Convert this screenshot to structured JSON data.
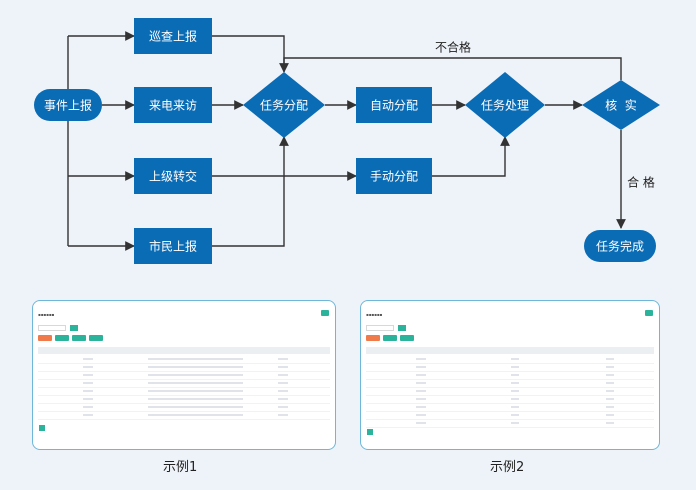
{
  "flowchart": {
    "nodes": {
      "start": "事件上报",
      "patrol": "巡查上报",
      "call": "来电来访",
      "superior": "上级转交",
      "citizen": "市民上报",
      "assign": "任务分配",
      "auto": "自动分配",
      "manual": "手动分配",
      "handle": "任务处理",
      "verify": "核  实",
      "done": "任务完成"
    },
    "edge_labels": {
      "fail": "不合格",
      "pass": "合 格"
    },
    "colors": {
      "node_fill": "#0b6cb6",
      "arrow": "#333333",
      "background": "#eef3f9"
    }
  },
  "examples": {
    "caption1": "示例1",
    "caption2": "示例2",
    "accent_color": "#2bb39b",
    "frame_color": "#6fb7d8"
  }
}
